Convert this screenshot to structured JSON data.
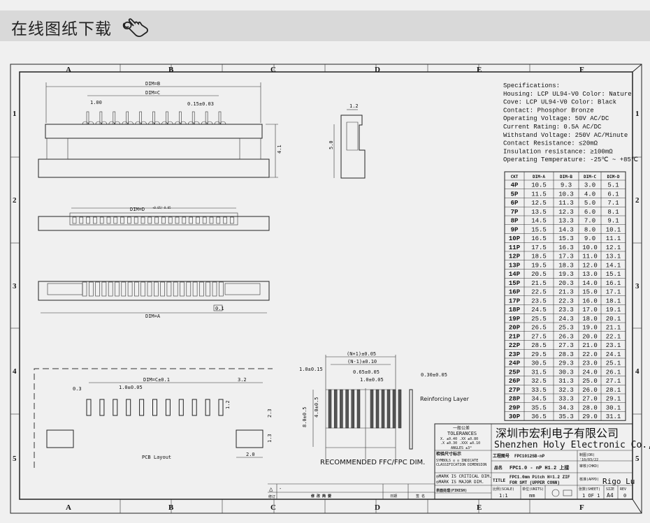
{
  "header": {
    "title": "在线图纸下载",
    "icon": "hand-pointer-icon"
  },
  "frame": {
    "columns": [
      "A",
      "B",
      "C",
      "D",
      "E",
      "F"
    ],
    "rows": [
      "1",
      "2",
      "3",
      "4",
      "5"
    ]
  },
  "views": {
    "top": {
      "dim_b": "DIM=B",
      "dim_c": "DIM=C",
      "pitch": "1.00",
      "pin_width": "0.15±0.03",
      "height": "4.1"
    },
    "side": {
      "width": "1.2",
      "height": "5.0"
    },
    "mid": {
      "dim_d": "DIM=D",
      "dim_d_tol": "+0.05/-0.05"
    },
    "bottom": {
      "dim_a": "DIM=A",
      "flatness": "0.1"
    },
    "pcb": {
      "label": "PCB Layout",
      "dim_c": "DIM=C±0.1",
      "pad_w": "0.3",
      "pitch": "1.0±0.05",
      "edge": "3.2",
      "pad_h": "1.2",
      "to_tab": "2.3",
      "tab_h": "1.3",
      "tab_w": "2.0"
    },
    "ffc": {
      "caption": "RECOMMENDED FFC/FPC DIM.",
      "total": "(N+1)±0.05",
      "span": "(N-1)±0.10",
      "edge": "1.0±0.15",
      "cond_w": "0.65±0.05",
      "pitch": "1.0±0.05",
      "thick": "0.30±0.05",
      "len": "8.0±0.5",
      "exposed": "4.0±0.5",
      "reinforce": "Reinforcing Layer"
    }
  },
  "specs": [
    "Specifications:",
    " Housing: LCP UL94-V0 Color: Nature",
    " Cove: LCP UL94-V0 Color: Black",
    " Contact: Phosphor Bronze",
    " Operating Voltage: 50V AC/DC",
    " Current Rating: 0.5A AC/DC",
    " Withstand Voltage: 250V AC/Minute",
    " Contact Resistance: ≤20mΩ",
    " Insulation resistance: ≥100mΩ",
    " Operating Temperature: -25℃ ~ +85℃"
  ],
  "dim_table": {
    "headers": [
      "CKT",
      "DIM-A",
      "DIM-B",
      "DIM-C",
      "DIM-D"
    ],
    "rows": [
      [
        "4P",
        "10.5",
        "9.3",
        "3.0",
        "5.1"
      ],
      [
        "5P",
        "11.5",
        "10.3",
        "4.0",
        "6.1"
      ],
      [
        "6P",
        "12.5",
        "11.3",
        "5.0",
        "7.1"
      ],
      [
        "7P",
        "13.5",
        "12.3",
        "6.0",
        "8.1"
      ],
      [
        "8P",
        "14.5",
        "13.3",
        "7.0",
        "9.1"
      ],
      [
        "9P",
        "15.5",
        "14.3",
        "8.0",
        "10.1"
      ],
      [
        "10P",
        "16.5",
        "15.3",
        "9.0",
        "11.1"
      ],
      [
        "11P",
        "17.5",
        "16.3",
        "10.0",
        "12.1"
      ],
      [
        "12P",
        "18.5",
        "17.3",
        "11.0",
        "13.1"
      ],
      [
        "13P",
        "19.5",
        "18.3",
        "12.0",
        "14.1"
      ],
      [
        "14P",
        "20.5",
        "19.3",
        "13.0",
        "15.1"
      ],
      [
        "15P",
        "21.5",
        "20.3",
        "14.0",
        "16.1"
      ],
      [
        "16P",
        "22.5",
        "21.3",
        "15.0",
        "17.1"
      ],
      [
        "17P",
        "23.5",
        "22.3",
        "16.0",
        "18.1"
      ],
      [
        "18P",
        "24.5",
        "23.3",
        "17.0",
        "19.1"
      ],
      [
        "19P",
        "25.5",
        "24.3",
        "18.0",
        "20.1"
      ],
      [
        "20P",
        "26.5",
        "25.3",
        "19.0",
        "21.1"
      ],
      [
        "21P",
        "27.5",
        "26.3",
        "20.0",
        "22.1"
      ],
      [
        "22P",
        "28.5",
        "27.3",
        "21.0",
        "23.1"
      ],
      [
        "23P",
        "29.5",
        "28.3",
        "22.0",
        "24.1"
      ],
      [
        "24P",
        "30.5",
        "29.3",
        "23.0",
        "25.1"
      ],
      [
        "25P",
        "31.5",
        "30.3",
        "24.0",
        "26.1"
      ],
      [
        "26P",
        "32.5",
        "31.3",
        "25.0",
        "27.1"
      ],
      [
        "27P",
        "33.5",
        "32.3",
        "26.0",
        "28.1"
      ],
      [
        "28P",
        "34.5",
        "33.3",
        "27.0",
        "29.1"
      ],
      [
        "29P",
        "35.5",
        "34.3",
        "28.0",
        "30.1"
      ],
      [
        "30P",
        "36.5",
        "35.3",
        "29.0",
        "31.1"
      ]
    ]
  },
  "title_block": {
    "tol_cn": "一般公差",
    "tol_en": "TOLERANCES",
    "tol_1": "X. ±0.40   .XX ±0.80",
    "tol_2": ".X ±0.30   .XXX ±0.10",
    "tol_3": "ANGLES   ±3°",
    "company_cn": "深圳市宏利电子有限公司",
    "company_en": "Shenzhen Holy Electronic Co.,Ltd",
    "insp_title": "检验尺寸标示",
    "insp_1": "SYMBOLS ◎ ◎ INDICATE",
    "insp_2": "CLASSIFICATION DIMENSION",
    "critical": "◎MARK IS CRITICAL DIM.",
    "major": "◎MARK IS MAJOR DIM.",
    "part_no_label": "工程图号",
    "part_no": "FPC1012SB-nP",
    "name_label": "品名",
    "name": "FPC1.0 - nP H1.2 上接",
    "title_label": "TITLE",
    "title_1": "FPC1.0mm Pitch H=1.2  ZIF",
    "title_2": "FOR SMT (UPPER CONN)",
    "drawn_label": "制图(DR)",
    "drawn_date": "'10/03/22",
    "checked_label": "审核(CHKD)",
    "approved_label": "核准(APPD)",
    "approved_by": "Rigo Lu",
    "finish_label": "表面处理(FINISH)",
    "scale_label": "比例(SCALE)",
    "scale": "1:1",
    "unit_label": "单位(UNITS)",
    "unit": "mm",
    "sheet_label": "张数(SHEET)",
    "sheet": "1 OF 1",
    "size_label": "SIZE",
    "size": "A4",
    "rev_label": "REV",
    "rev": "0"
  },
  "revision_block": {
    "rev_label": "修订",
    "desc_label": "修 改 简 要",
    "date_label": "日期",
    "sign_label": "签 名",
    "row_mark": "△",
    "dash": "-"
  }
}
